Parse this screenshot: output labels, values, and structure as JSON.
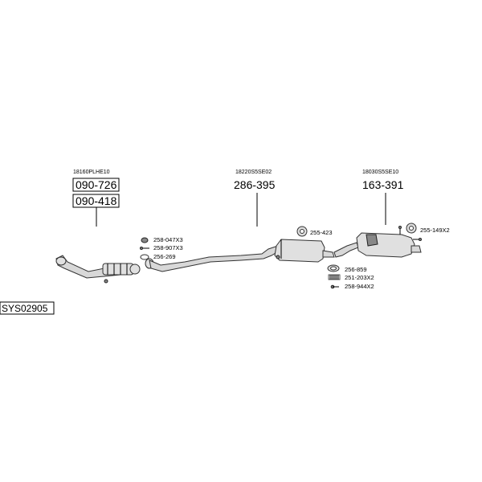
{
  "groups": [
    {
      "oem": "18160PLHE10",
      "parts": [
        "090-726",
        "090-418"
      ]
    },
    {
      "oem": "18220S5SE02",
      "parts": [
        "286-395"
      ]
    },
    {
      "oem": "18030S5SE10",
      "parts": [
        "163-391"
      ]
    }
  ],
  "accessories": [
    {
      "code": "258-047X3"
    },
    {
      "code": "258-907X3"
    },
    {
      "code": "256-269"
    },
    {
      "code": "255-423"
    },
    {
      "code": "255-149X2"
    },
    {
      "code": "256-859"
    },
    {
      "code": "251-203X2"
    },
    {
      "code": "258-944X2"
    }
  ],
  "system_id": "SYS02905",
  "colors": {
    "line": "#000000",
    "part_fill": "#e0e0e0",
    "box_border": "#000000"
  }
}
